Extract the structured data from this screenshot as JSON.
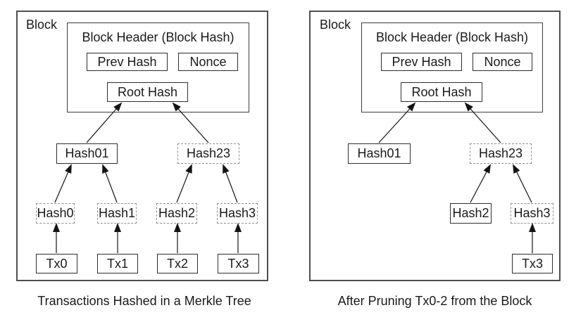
{
  "colors": {
    "background": "#ffffff",
    "text": "#1a1a1a",
    "solid_border": "#2e2e2e",
    "dashed_border": "#8f8f8f",
    "outer_border": "#4f4f4f",
    "arrow": "#141414"
  },
  "left_panel": {
    "block_label": "Block",
    "header_title": "Block Header (Block Hash)",
    "boxes": {
      "prev_hash": "Prev Hash",
      "nonce": "Nonce",
      "root_hash": "Root Hash",
      "hash01": "Hash01",
      "hash23": "Hash23",
      "hash0": "Hash0",
      "hash1": "Hash1",
      "hash2": "Hash2",
      "hash3": "Hash3",
      "tx0": "Tx0",
      "tx1": "Tx1",
      "tx2": "Tx2",
      "tx3": "Tx3"
    },
    "caption": "Transactions Hashed in a Merkle Tree",
    "edges": [
      "Hash01 -> Root Hash",
      "Hash23 -> Root Hash",
      "Hash0 -> Hash01",
      "Hash1 -> Hash01",
      "Hash2 -> Hash23",
      "Hash3 -> Hash23",
      "Tx0 -> Hash0",
      "Tx1 -> Hash1",
      "Tx2 -> Hash2",
      "Tx3 -> Hash3"
    ]
  },
  "right_panel": {
    "block_label": "Block",
    "header_title": "Block Header (Block Hash)",
    "boxes": {
      "prev_hash": "Prev Hash",
      "nonce": "Nonce",
      "root_hash": "Root Hash",
      "hash01": "Hash01",
      "hash23": "Hash23",
      "hash2": "Hash2",
      "hash3": "Hash3",
      "tx3": "Tx3"
    },
    "caption": "After Pruning Tx0-2 from the Block",
    "edges": [
      "Hash01 -> Root Hash",
      "Hash23 -> Root Hash",
      "Hash2 -> Hash23",
      "Hash3 -> Hash23",
      "Tx3 -> Hash3"
    ]
  }
}
